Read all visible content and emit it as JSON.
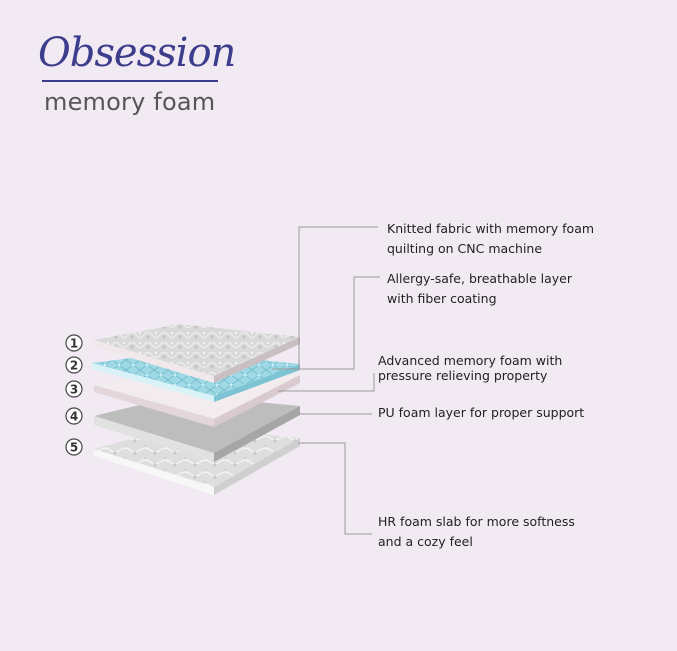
{
  "brand": {
    "name": "Obsession",
    "subtitle": "memory foam",
    "color": "#3c3d8c"
  },
  "layers": [
    {
      "number": "1",
      "description": "Knitted fabric with memory foam\nquilting on CNC machine",
      "material": "knitted fabric"
    },
    {
      "number": "2",
      "description": "Allergy-safe, breathable layer\nwith fiber coating",
      "material": "breathable fiber"
    },
    {
      "number": "3",
      "description": "Advanced memory foam with\npressure relieving property",
      "material": "memory foam"
    },
    {
      "number": "4",
      "description": "PU foam layer for proper support",
      "material": "PU foam"
    },
    {
      "number": "5",
      "description": "HR foam slab for more softness\nand a cozy feel",
      "material": "HR foam"
    }
  ],
  "colors": {
    "background": "#f1eaf2",
    "leader_line": "#9a9a9a",
    "fabric_top": "#d9d9d9",
    "fiber_top": "#9fd9e6",
    "memory_foam_top": "#f3ecee",
    "pu_foam_top": "#bdbdbd",
    "hr_foam_top": "#dedede"
  }
}
